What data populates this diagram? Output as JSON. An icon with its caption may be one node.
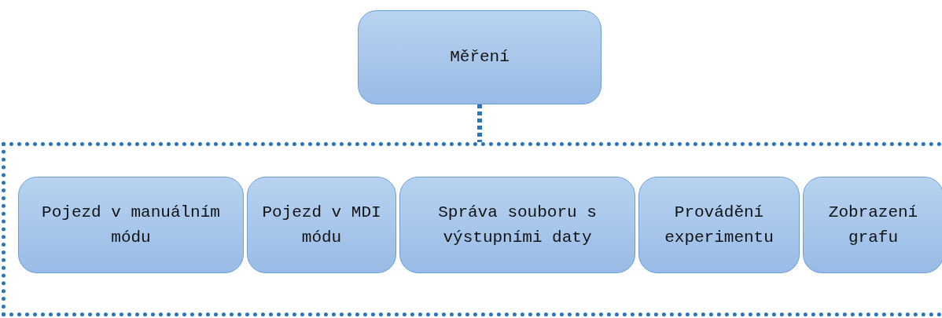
{
  "diagram": {
    "nodes": [
      {
        "text": [
          "Měření"
        ]
      },
      {
        "text": [],
        "shape": "box"
      },
      {
        "text": [
          "Pojezd v manuálním módu"
        ],
        "in": 1
      },
      {
        "text": [
          "Pojezd v MDI módu"
        ],
        "in": 1
      },
      {
        "text": [
          "Správa souboru s výstupními daty"
        ],
        "in": 1
      },
      {
        "text": [
          "Provádění experimentu"
        ],
        "in": 1
      },
      {
        "text": [
          "Zobrazení grafu"
        ],
        "in": 1
      }
    ],
    "edges": [
      {
        "from": 0,
        "to": 1,
        "arrow": "none",
        "style": "dashed"
      }
    ]
  }
}
